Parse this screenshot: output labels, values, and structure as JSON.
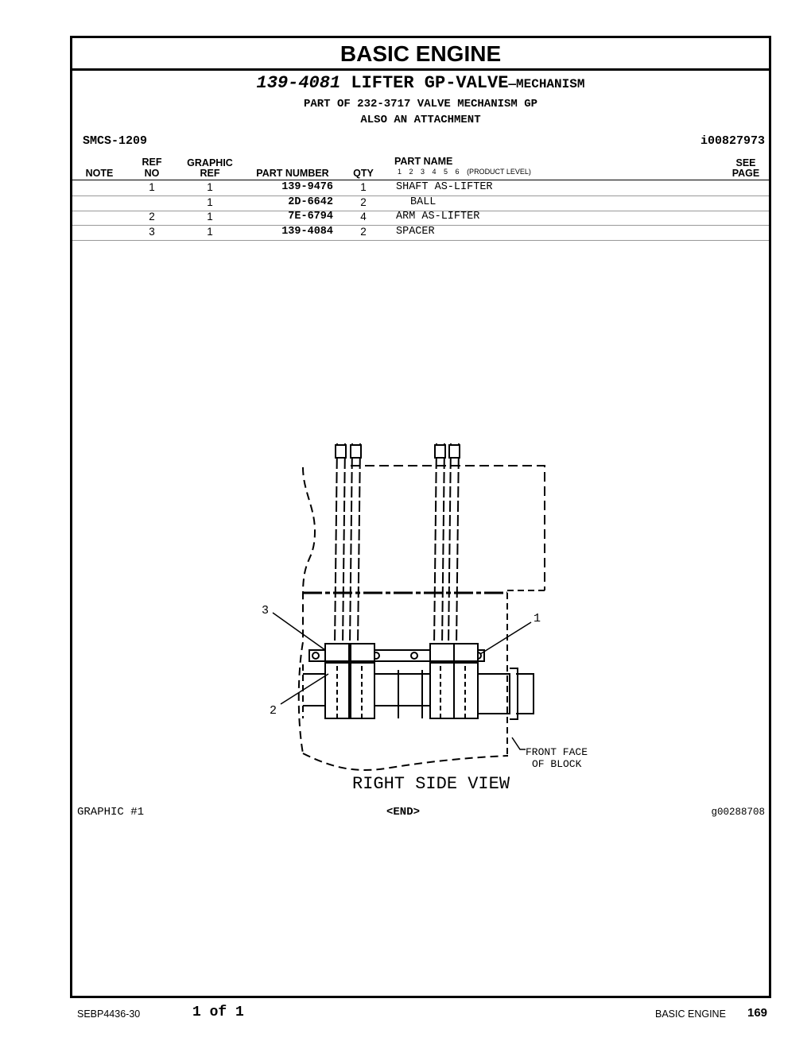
{
  "section_title": "BASIC  ENGINE",
  "group": {
    "number": "139-4081",
    "name": "LIFTER GP-VALVE",
    "suffix": "—MECHANISM",
    "part_of": "PART OF 232-3717 VALVE MECHANISM GP",
    "also": "ALSO AN ATTACHMENT",
    "smcs": "SMCS-1209",
    "illustration_id": "i00827973"
  },
  "table": {
    "headers": {
      "note": "NOTE",
      "ref1": "REF",
      "ref2": "NO",
      "graphic1": "GRAPHIC",
      "graphic2": "REF",
      "part_number": "PART NUMBER",
      "qty": "QTY",
      "part_name": "PART NAME",
      "levels": "1 2 3 4 5 6",
      "product_level": "(PRODUCT LEVEL)",
      "see1": "SEE",
      "see2": "PAGE"
    },
    "rows": [
      {
        "note": "",
        "ref_no": "1",
        "graphic_ref": "1",
        "part_number": "139-9476",
        "qty": "1",
        "part_name": "SHAFT AS-LIFTER",
        "indent": 0
      },
      {
        "note": "",
        "ref_no": "",
        "graphic_ref": "1",
        "part_number": "2D-6642",
        "qty": "2",
        "part_name": "BALL",
        "indent": 1
      },
      {
        "note": "",
        "ref_no": "2",
        "graphic_ref": "1",
        "part_number": "7E-6794",
        "qty": "4",
        "part_name": "ARM AS-LIFTER",
        "indent": 0
      },
      {
        "note": "",
        "ref_no": "3",
        "graphic_ref": "1",
        "part_number": "139-4084",
        "qty": "2",
        "part_name": "SPACER",
        "indent": 0
      }
    ]
  },
  "graphic": {
    "callouts": [
      "1",
      "2",
      "3"
    ],
    "front_face_line1": "FRONT FACE",
    "front_face_line2": "OF BLOCK",
    "view_label": "RIGHT SIDE VIEW",
    "label": "GRAPHIC #1",
    "end": "<END>",
    "graphic_id": "g00288708"
  },
  "footer": {
    "doc": "SEBP4436-30",
    "page_of": "1 of 1",
    "section": "BASIC ENGINE",
    "page": "169"
  }
}
